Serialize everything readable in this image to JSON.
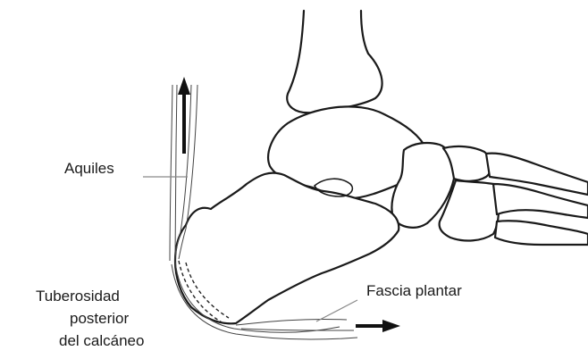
{
  "labels": {
    "achilles": "Aquiles",
    "tuberosity_line1": "Tuberosidad",
    "tuberosity_line2": "posterior",
    "tuberosity_line3": "del calcáneo",
    "plantar_fascia": "Fascia plantar"
  },
  "colors": {
    "outline": "#1a1a1a",
    "leader": "#8a8a8a",
    "background": "#ffffff"
  }
}
